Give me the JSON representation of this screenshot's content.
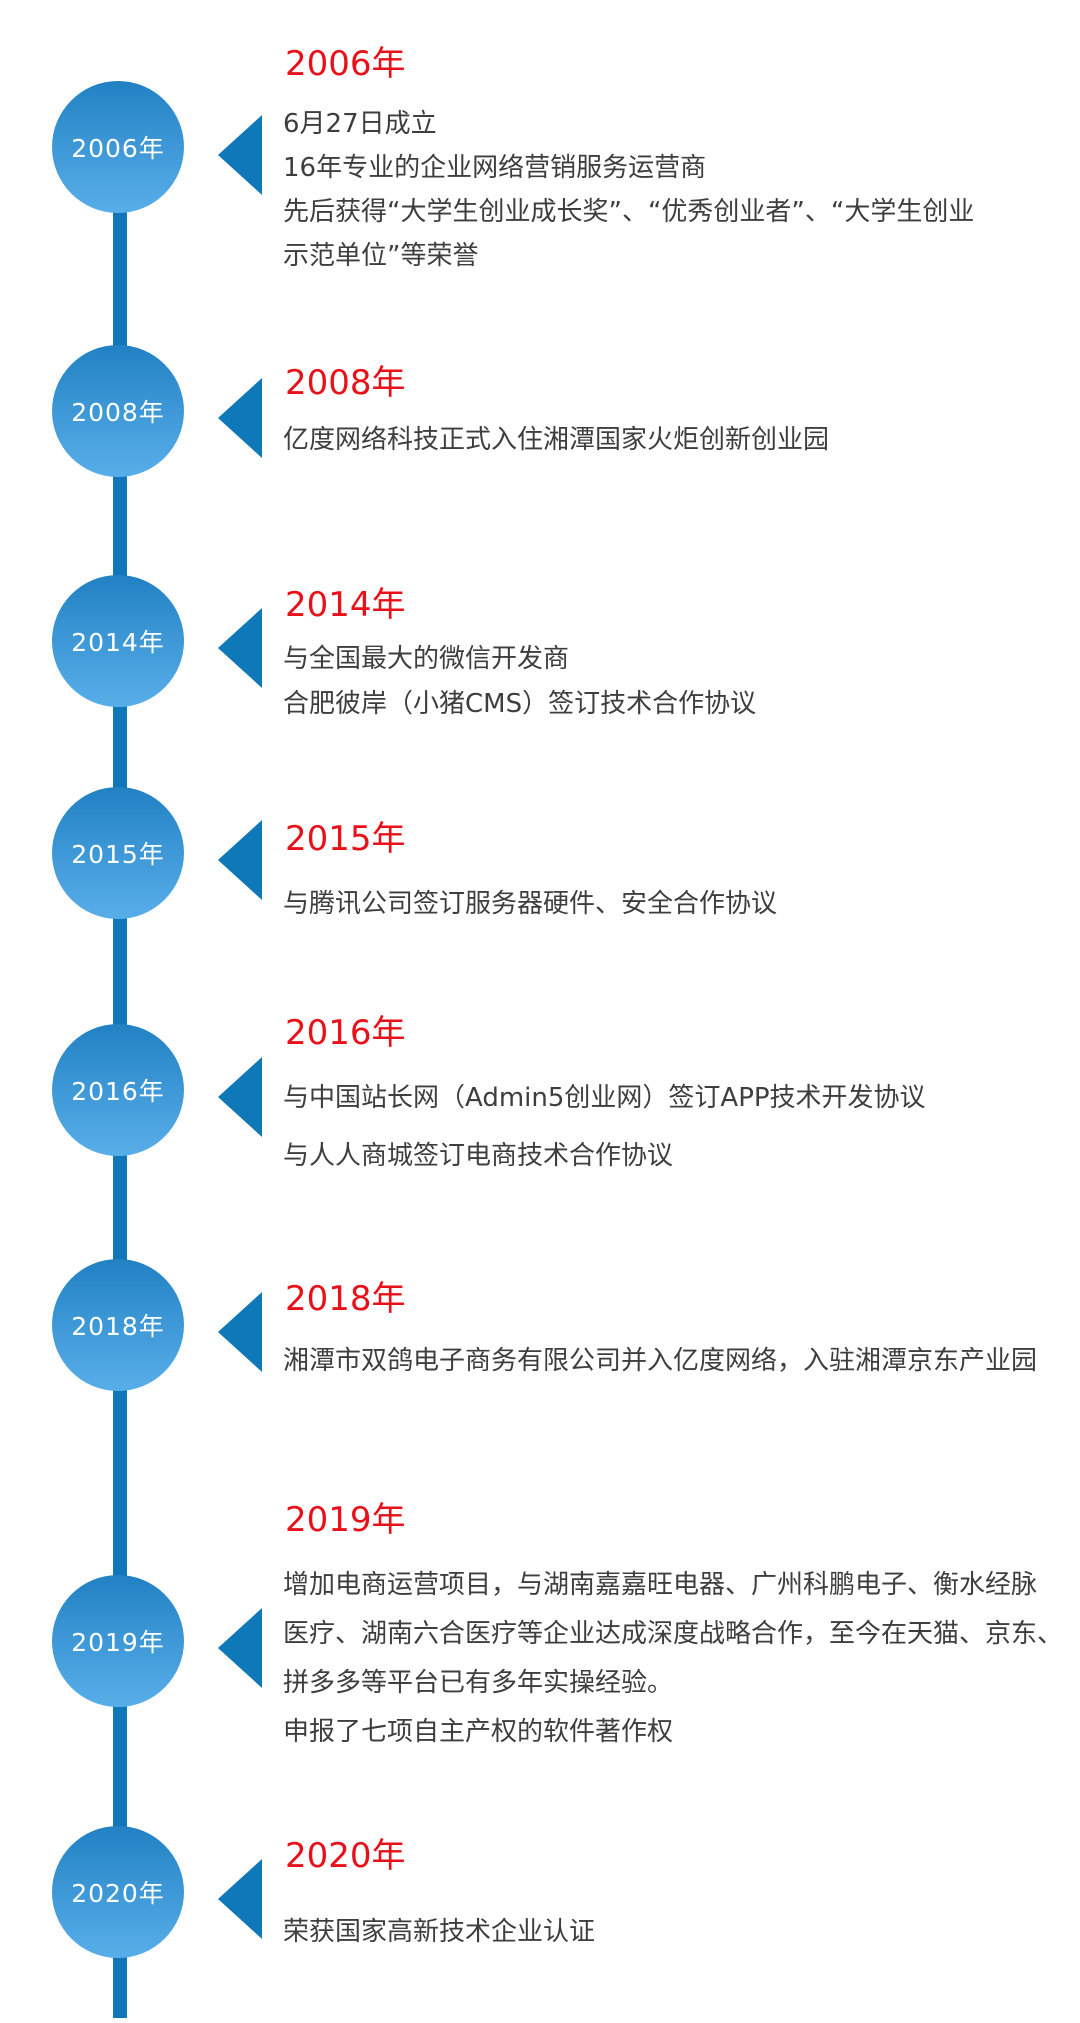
{
  "colors": {
    "timeline_blue": "#0f77b9",
    "circle_gradient_top": "#2181c3",
    "circle_gradient_bottom": "#58aee9",
    "heading_red": "#e81119",
    "body_text": "#3e3e3e",
    "circle_label": "#ffffff"
  },
  "timeline": {
    "items": [
      {
        "year_label": "2006年",
        "heading": "2006年",
        "lines": [
          "6月27日成立",
          "16年专业的企业网络营销服务运营商",
          "先后获得“大学生创业成长奖”、“优秀创业者”、“大学生创业",
          "示范单位”等荣誉"
        ]
      },
      {
        "year_label": "2008年",
        "heading": "2008年",
        "lines": [
          "亿度网络科技正式入住湘潭国家火炬创新创业园"
        ]
      },
      {
        "year_label": "2014年",
        "heading": "2014年",
        "lines": [
          "与全国最大的微信开发商",
          "合肥彼岸（小猪CMS）签订技术合作协议"
        ]
      },
      {
        "year_label": "2015年",
        "heading": "2015年",
        "lines": [
          "与腾讯公司签订服务器硬件、安全合作协议"
        ]
      },
      {
        "year_label": "2016年",
        "heading": "2016年",
        "lines": [
          "与中国站长网（Admin5创业网）签订APP技术开发协议",
          "与人人商城签订电商技术合作协议"
        ]
      },
      {
        "year_label": "2018年",
        "heading": "2018年",
        "lines": [
          "湘潭市双鸽电子商务有限公司并入亿度网络，入驻湘潭京东产业园"
        ]
      },
      {
        "year_label": "2019年",
        "heading": "2019年",
        "lines": [
          "增加电商运营项目，与湖南嘉嘉旺电器、广州科鹏电子、衡水经脉",
          "医疗、湖南六合医疗等企业达成深度战略合作，至今在天猫、京东、",
          "拼多多等平台已有多年实操经验。",
          "申报了七项自主产权的软件著作权"
        ]
      },
      {
        "year_label": "2020年",
        "heading": "2020年",
        "lines": [
          "荣获国家高新技术企业认证"
        ]
      }
    ]
  }
}
